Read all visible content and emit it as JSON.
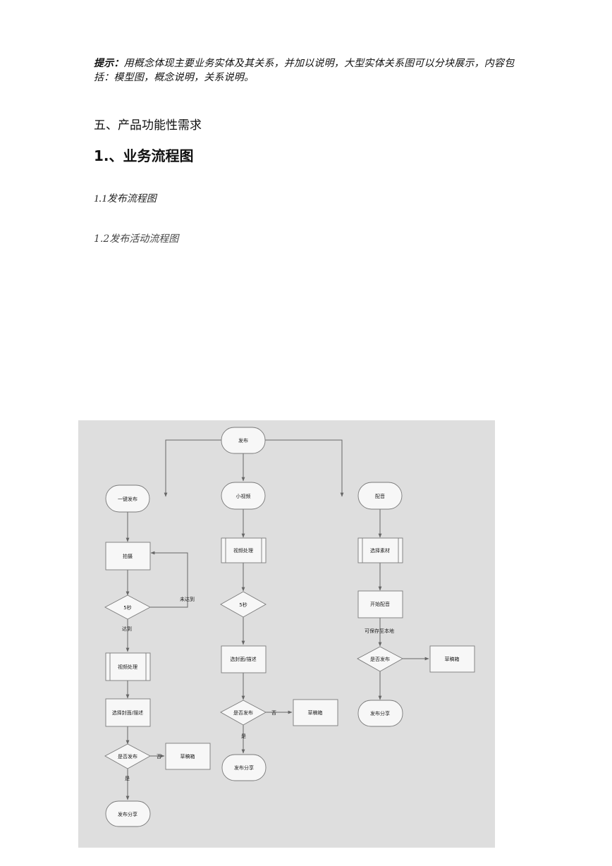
{
  "hint": {
    "label": "提示：",
    "text": "用概念体现主要业务实体及其关系，并加以说明，大型实体关系图可以分块展示，内容包括：模型图，概念说明，关系说明。"
  },
  "section_title": "五、产品功能性需求",
  "heading": "1.、业务流程图",
  "subsections": [
    {
      "num": "1.1",
      "title": "发布流程图"
    },
    {
      "num": "1.2",
      "title": "发布活动流程图"
    }
  ],
  "flowchart": {
    "start": "发布",
    "col1": {
      "start": "一键发布",
      "shoot": "拍摄",
      "decision": "5秒",
      "loop_label": "未达到",
      "reached_label": "达到",
      "process": "视频处理",
      "select": "选择封面/描述",
      "publish_q": "是否发布",
      "no_label": "否",
      "draft": "草稿箱",
      "yes_label": "是",
      "end": "发布分享"
    },
    "col2": {
      "start": "小视频",
      "process": "视频处理",
      "decision": "5秒",
      "select": "选封面/描述",
      "publish_q": "是否发布",
      "no_label": "否",
      "draft": "草稿箱",
      "yes_label": "是",
      "end": "发布分享"
    },
    "col3": {
      "start": "配音",
      "select": "选择素材",
      "dub": "开始配音",
      "save_label": "可保存至本地",
      "publish_q": "是否发布",
      "draft": "草稿箱",
      "end": "发布分享"
    }
  }
}
